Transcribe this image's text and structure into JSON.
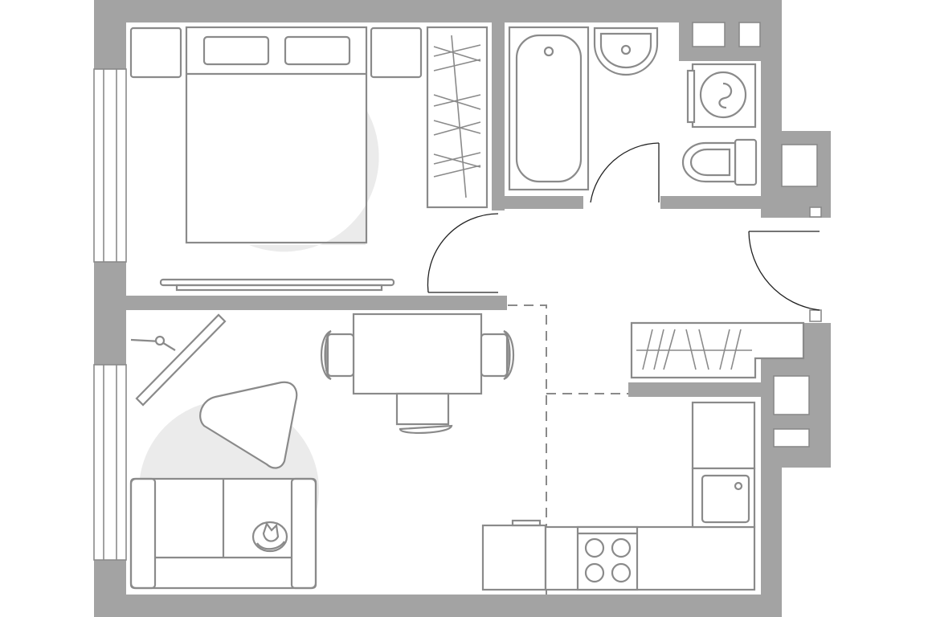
{
  "colors": {
    "wall": "#a3a3a3",
    "line": "#8a8a8a",
    "zone": "#ebebeb",
    "background": "#ffffff"
  },
  "rooms": [
    "bedroom",
    "bathroom",
    "hallway",
    "living-room",
    "kitchen"
  ],
  "furniture": [
    "double-bed",
    "nightstand",
    "nightstand",
    "wardrobe",
    "rug",
    "bathtub",
    "washbasin",
    "washing-machine",
    "toilet",
    "hallway-wardrobe",
    "tv-stand",
    "coffee-table",
    "dining-table",
    "chair",
    "chair",
    "chair",
    "sofa",
    "cat",
    "kitchen-sink",
    "stove",
    "kitchen-counter"
  ],
  "icons": [
    "cat-icon",
    "washing-machine-icon",
    "stove-burner-icon"
  ]
}
